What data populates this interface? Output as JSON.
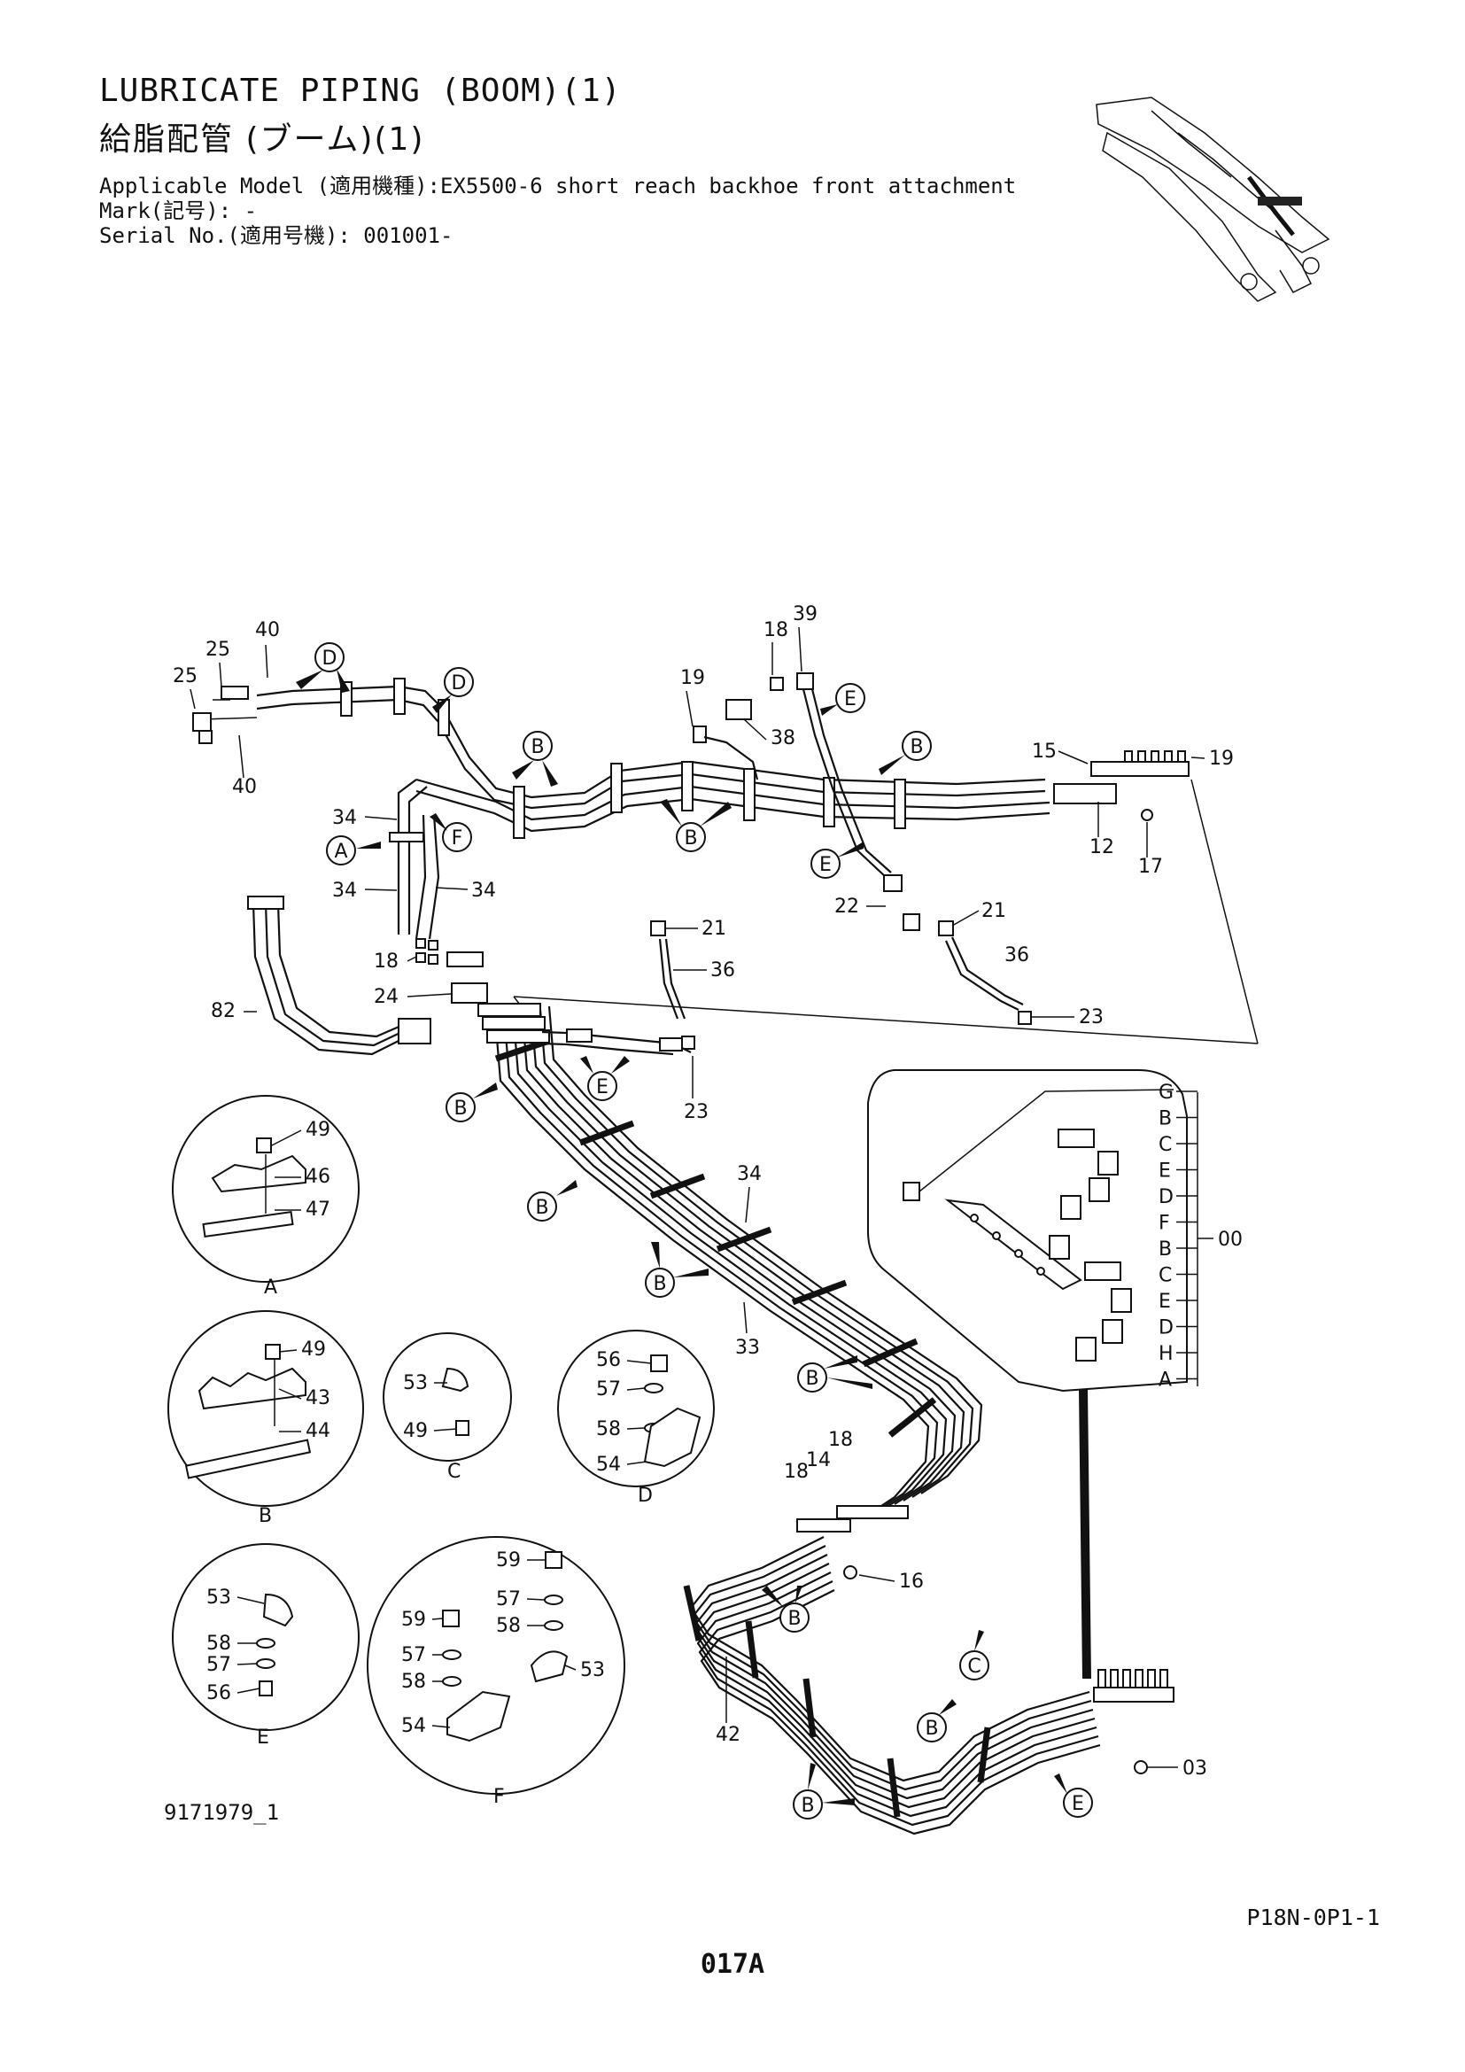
{
  "header": {
    "title_en": "LUBRICATE PIPING (BOOM)(1)",
    "title_jp": "給脂配管 (ブーム)(1)",
    "model_line": "Applicable Model (適用機種):EX5500-6 short reach backhoe front attachment",
    "mark_line": "Mark(記号): -",
    "serial_line": "Serial No.(適用号機): 001001-"
  },
  "footer": {
    "doc_id": "9171979_1",
    "code": "P18N-0P1-1",
    "page": "017A"
  },
  "parts": {
    "p25a": "25",
    "p25b": "25",
    "p40a": "40",
    "p40b": "40",
    "p18a": "18",
    "p39": "39",
    "p19a": "19",
    "p38": "38",
    "p15": "15",
    "p19b": "19",
    "p12": "12",
    "p17": "17",
    "p34a": "34",
    "p34b": "34",
    "p34c": "34",
    "p18b": "18",
    "p24": "24",
    "p82": "82",
    "p21a": "21",
    "p36a": "36",
    "p22": "22",
    "p21b": "21",
    "p36b": "36",
    "p23a": "23",
    "p23b": "23",
    "p34d": "34",
    "p33": "33",
    "p18c": "18",
    "p14": "14",
    "p18d": "18",
    "p16": "16",
    "p42": "42",
    "p03": "03",
    "dA49": "49",
    "dA46": "46",
    "dA47": "47",
    "dB49": "49",
    "dB43": "43",
    "dB44": "44",
    "dC53": "53",
    "dC49": "49",
    "dD56": "56",
    "dD57": "57",
    "dD58": "58",
    "dD54": "54",
    "dE53": "53",
    "dE58": "58",
    "dE57": "57",
    "dE56": "56",
    "dF59a": "59",
    "dF57a": "57",
    "dF58a": "58",
    "dF53": "53",
    "dF59b": "59",
    "dF57b": "57",
    "dF58b": "58",
    "dF54": "54",
    "m00": "00"
  },
  "detail_labels": {
    "A": "A",
    "B": "B",
    "C": "C",
    "D": "D",
    "E": "E",
    "F": "F"
  },
  "callouts": {
    "D1": "D",
    "D2": "D",
    "B1": "B",
    "B2": "B",
    "B3": "B",
    "E1": "E",
    "A1": "A",
    "F1": "F",
    "E2": "E",
    "B4": "B",
    "E3": "E",
    "B5": "B",
    "B6": "B",
    "B7": "B",
    "B8": "B",
    "C1": "C",
    "B9": "B",
    "B10": "B",
    "E4": "E"
  },
  "manifold_labels": [
    "G",
    "B",
    "C",
    "E",
    "D",
    "F",
    "B",
    "C",
    "E",
    "D",
    "H",
    "A"
  ]
}
